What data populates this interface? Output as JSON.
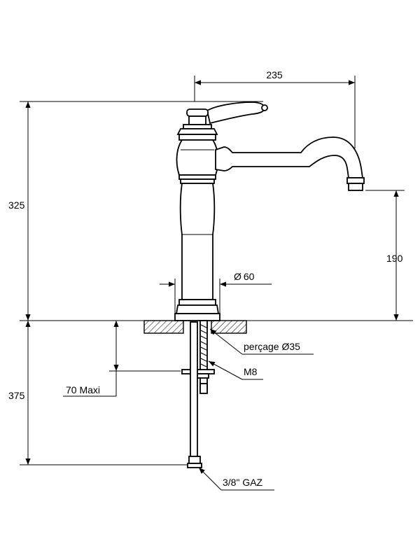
{
  "dimensions": {
    "width_spout": "235",
    "height_total": "325",
    "height_spout": "190",
    "diameter_body": "60",
    "below_counter": "375",
    "max_thickness": "70 Maxi"
  },
  "callouts": {
    "drilling": "perçage Ø35",
    "rod": "M8",
    "connection": "3/8\" GAZ"
  },
  "symbols": {
    "diameter": "Ø"
  }
}
